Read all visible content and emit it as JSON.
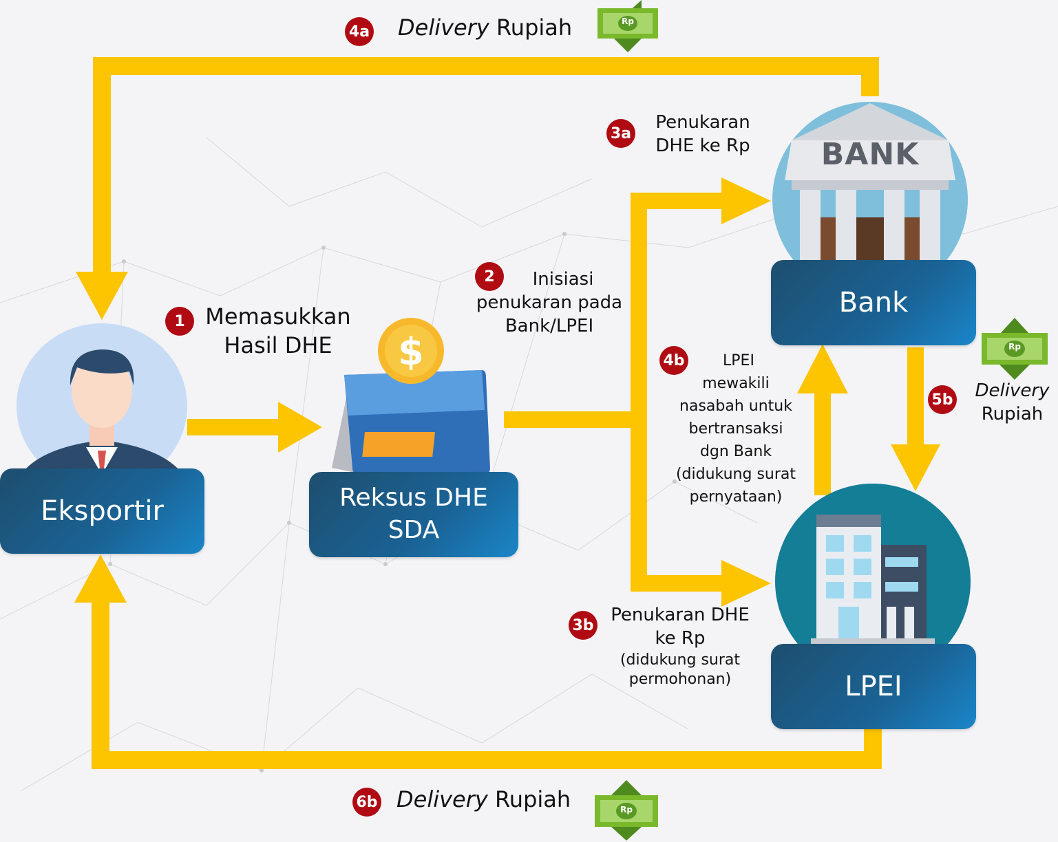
{
  "nodes": {
    "exportir": "Eksportir",
    "reksus_line1": "Reksus DHE",
    "reksus_line2": "SDA",
    "bank": "Bank",
    "lpei": "LPEI",
    "bank_sign": "BANK"
  },
  "steps": {
    "s1": {
      "badge": "1",
      "line1": "Memasukkan",
      "line2": "Hasil DHE"
    },
    "s2": {
      "badge": "2",
      "line1": "Inisiasi",
      "line2": "penukaran pada",
      "line3": "Bank/LPEI"
    },
    "s3a": {
      "badge": "3a",
      "line1": "Penukaran",
      "line2": "DHE ke Rp"
    },
    "s3b": {
      "badge": "3b",
      "line1": "Penukaran DHE",
      "line2": "ke Rp",
      "line3": "(didukung surat",
      "line4": "permohonan)"
    },
    "s4a": {
      "badge": "4a",
      "italic": "Delivery",
      "text": "Rupiah"
    },
    "s4b": {
      "badge": "4b",
      "line1": "LPEI",
      "line2": "mewakili",
      "line3": "nasabah untuk",
      "line4": "bertransaksi",
      "line5": "dgn Bank",
      "line6": "(didukung surat",
      "line7": "pernyataan)"
    },
    "s5b": {
      "badge": "5b",
      "italic": "Delivery",
      "text": "Rupiah"
    },
    "s6b": {
      "badge": "6b",
      "italic": "Delivery",
      "text": "Rupiah"
    }
  },
  "money_label": "Rp",
  "colors": {
    "arrow": "#FDC400",
    "badge": "#B00B12",
    "box_dark": "#1D4E6E",
    "box_light": "#1A86C8",
    "money_green": "#76B82A"
  },
  "icons": [
    "person-icon",
    "wallet-coin-icon",
    "bank-building-icon",
    "office-building-icon",
    "money-bill-icon"
  ]
}
